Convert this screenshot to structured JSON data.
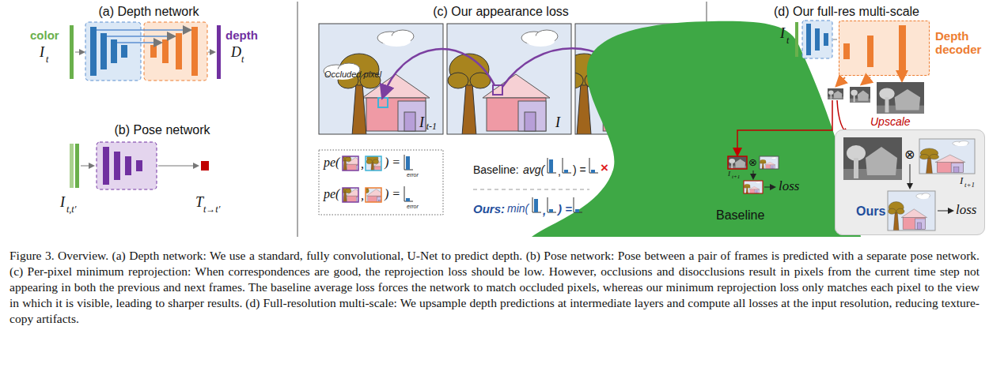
{
  "diagram": {
    "caption": "Figure 3. Overview. (a) Depth network: We use a standard, fully convolutional, U-Net to predict depth. (b) Pose network: Pose between a pair of frames is predicted with a separate pose network. (c) Per-pixel minimum reprojection: When correspondences are good, the reprojection loss should be low. However, occlusions and disocclusions result in pixels from the current time step not appearing in both the previous and next frames. The baseline average loss forces the network to match occluded pixels, whereas our minimum reprojection loss only matches each pixel to the view in which it is visible, leading to sharper results. (d) Full-resolution multi-scale: We upsample depth predictions at intermediate layers and compute all losses at the input resolution, reducing texture-copy artifacts.",
    "nodes": [
      {
        "text": [
          "I",
          "t-1"
        ]
      },
      {
        "text": [
          "I"
        ]
      },
      {
        "text": [
          "Depth decoder"
        ]
      },
      {
        "text": [
          "Ours"
        ]
      }
    ],
    "labels": [
      "(a) Depth network",
      "color",
      "I",
      "t",
      "depth",
      "D",
      "t",
      "(b) Pose network",
      "I",
      "t,t′",
      "T",
      "t→t′",
      "(c) Our appearance loss",
      "Occluded pixel",
      "pe(",
      ",",
      ") =",
      "error",
      "pe(",
      ",",
      ") =",
      "error",
      "Baseline:",
      "avg(",
      ",",
      ") =",
      "×",
      "Ours:",
      "min(",
      ",",
      ") =",
      "(d) Our full-res multi-scale",
      "I",
      "t",
      "Upscale",
      "I",
      "t+1",
      "⊗",
      "loss",
      "Baseline",
      "⊗",
      "I",
      "t+1",
      "loss"
    ]
  }
}
